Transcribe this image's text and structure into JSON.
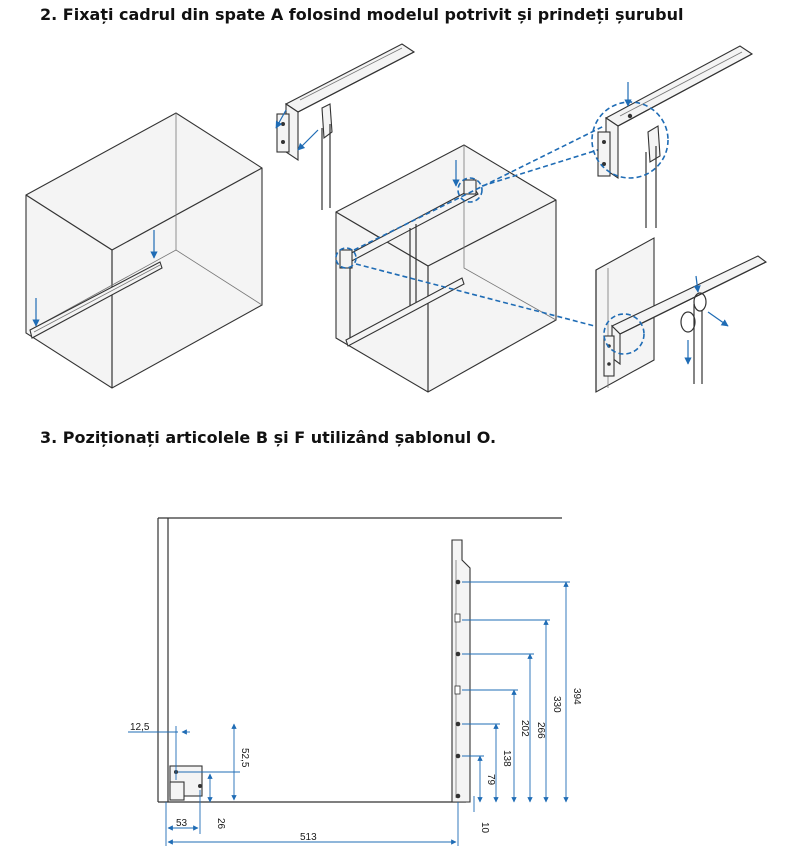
{
  "step2": {
    "title": "2. Fixați cadrul din spate A folosind modelul potrivit și prindeți șurubul"
  },
  "step3": {
    "title": "3. Poziționați articolele B și F utilizând șablonul O."
  },
  "dimensions": {
    "d12_5": "12,5",
    "d52_5": "52,5",
    "d53": "53",
    "d26": "26",
    "d513": "513",
    "d10": "10",
    "d79": "79",
    "d138": "138",
    "d202": "202",
    "d266": "266",
    "d330": "330",
    "d394": "394"
  },
  "colors": {
    "accent": "#1f6cb5",
    "line": "#333333"
  }
}
